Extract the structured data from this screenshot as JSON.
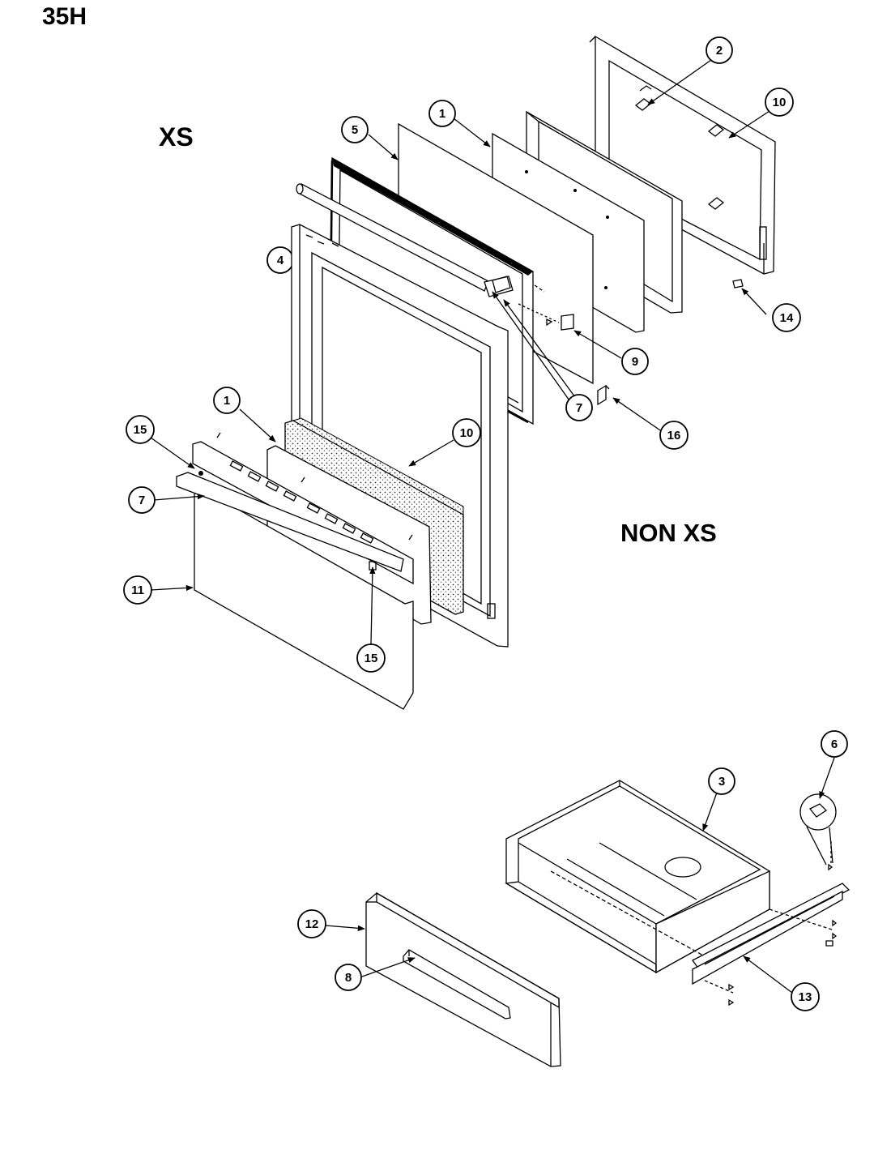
{
  "diagram": {
    "model_label": "35H",
    "section_xs_label": "XS",
    "section_non_xs_label": "NON XS",
    "callouts": {
      "xs_1": "1",
      "xs_2": "2",
      "xs_4": "4",
      "xs_5": "5",
      "xs_7": "7",
      "xs_9": "9",
      "xs_10": "10",
      "xs_14": "14",
      "xs_16": "16",
      "nonxs_1": "1",
      "nonxs_7": "7",
      "nonxs_10": "10",
      "nonxs_11": "11",
      "nonxs_15a": "15",
      "nonxs_15b": "15",
      "drawer_3": "3",
      "drawer_6": "6",
      "drawer_8": "8",
      "drawer_12": "12",
      "drawer_13": "13"
    }
  }
}
